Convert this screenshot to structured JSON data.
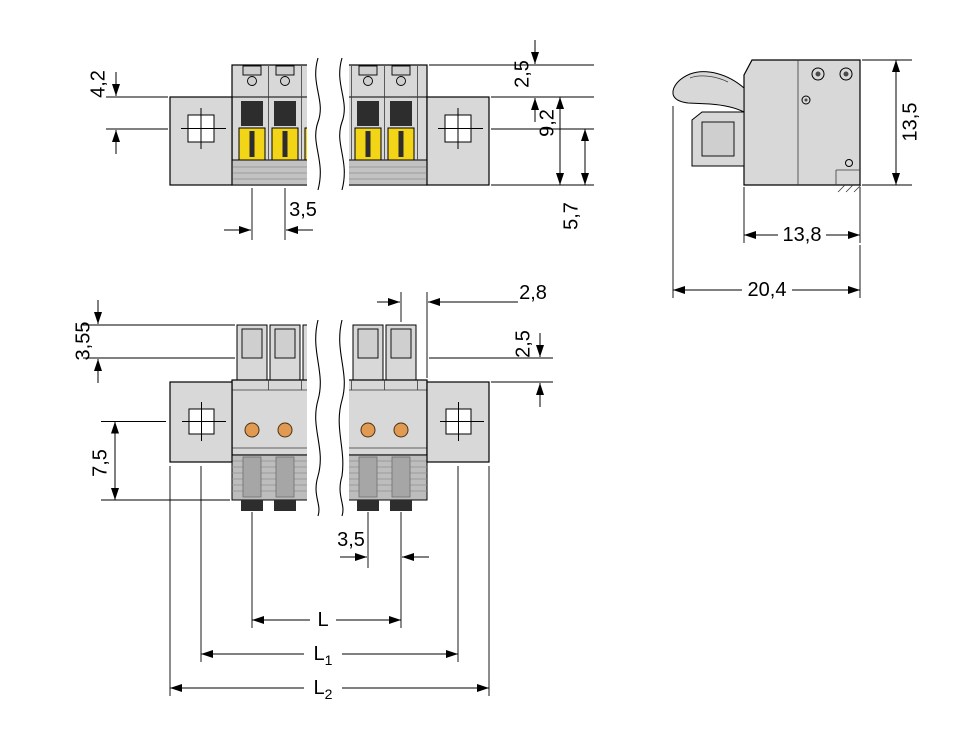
{
  "drawing": {
    "type": "technical-dimension-drawing",
    "colors": {
      "body": "#d8d8d8",
      "accent_yellow": "#f3d517",
      "accent_orange": "#e09a52",
      "line": "#000000"
    },
    "views": {
      "front": {
        "dims": {
          "d42": "4,2",
          "d25": "2,5",
          "d92": "9,2",
          "d57": "5,7",
          "d35": "3,5"
        }
      },
      "side": {
        "dims": {
          "d135": "13,5",
          "d138": "13,8",
          "d204": "20,4"
        }
      },
      "bottom": {
        "dims": {
          "d355": "3,55",
          "d28": "2,8",
          "d25": "2,5",
          "d75": "7,5",
          "d35": "3,5",
          "L": "L",
          "L1_base": "L",
          "L1_sub": "1",
          "L2_base": "L",
          "L2_sub": "2"
        }
      }
    }
  }
}
